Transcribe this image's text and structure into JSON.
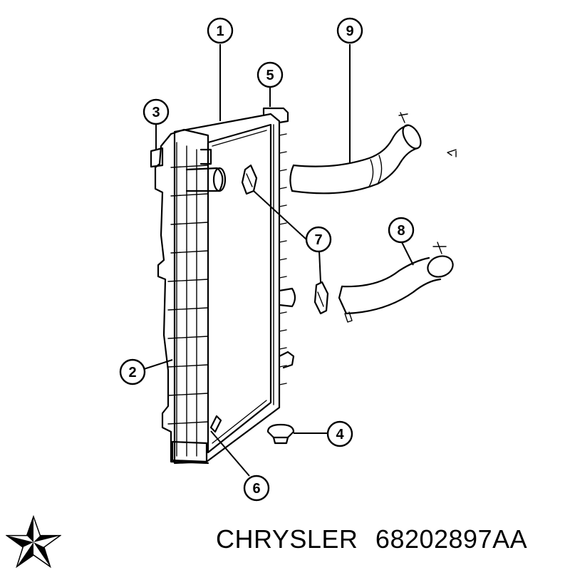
{
  "callouts": [
    {
      "id": "1",
      "label": "1"
    },
    {
      "id": "2",
      "label": "2"
    },
    {
      "id": "3",
      "label": "3"
    },
    {
      "id": "4",
      "label": "4"
    },
    {
      "id": "5",
      "label": "5"
    },
    {
      "id": "6",
      "label": "6"
    },
    {
      "id": "7",
      "label": "7"
    },
    {
      "id": "8",
      "label": "8"
    },
    {
      "id": "9",
      "label": "9"
    }
  ],
  "footer": {
    "brand": "CHRYSLER",
    "part_number": "68202897AA",
    "logo": "pentastar-logo"
  }
}
